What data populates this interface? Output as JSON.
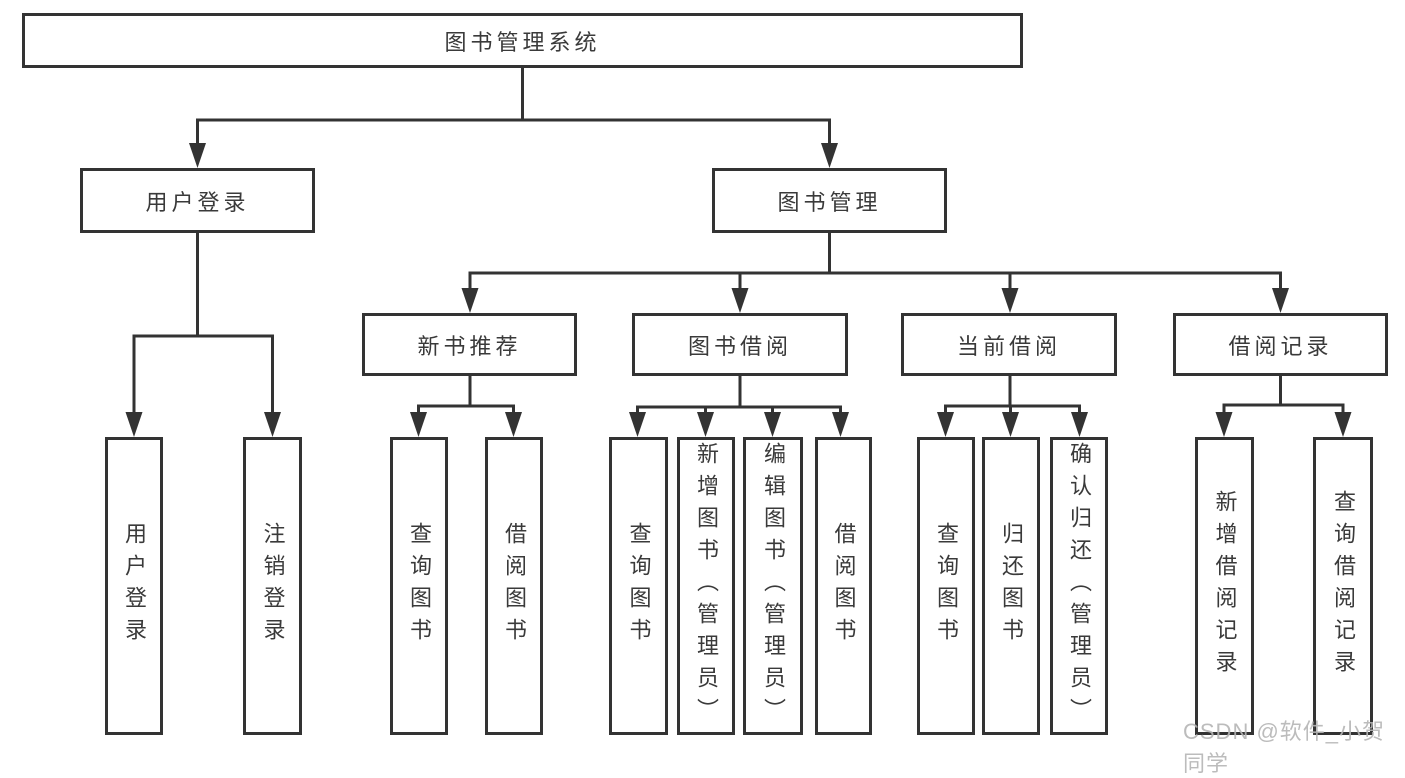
{
  "colors": {
    "line": "#333333",
    "node_border": "#333333",
    "node_text": "#3a3a3a",
    "background": "#ffffff",
    "watermark": "#b5b5b5"
  },
  "watermark": "CSDN @软件_小贺同学",
  "tree": {
    "root": "图书管理系统",
    "children": [
      {
        "label": "用户登录",
        "children": [
          "用户登录",
          "注销登录"
        ]
      },
      {
        "label": "图书管理",
        "children": [
          {
            "label": "新书推荐",
            "children": [
              "查询图书",
              "借阅图书"
            ]
          },
          {
            "label": "图书借阅",
            "children": [
              "查询图书",
              "新增图书（管理员）",
              "编辑图书（管理员）",
              "借阅图书"
            ]
          },
          {
            "label": "当前借阅",
            "children": [
              "查询图书",
              "归还图书",
              "确认归还（管理员）"
            ]
          },
          {
            "label": "借阅记录",
            "children": [
              "新增借阅记录",
              "查询借阅记录"
            ]
          }
        ]
      }
    ]
  }
}
